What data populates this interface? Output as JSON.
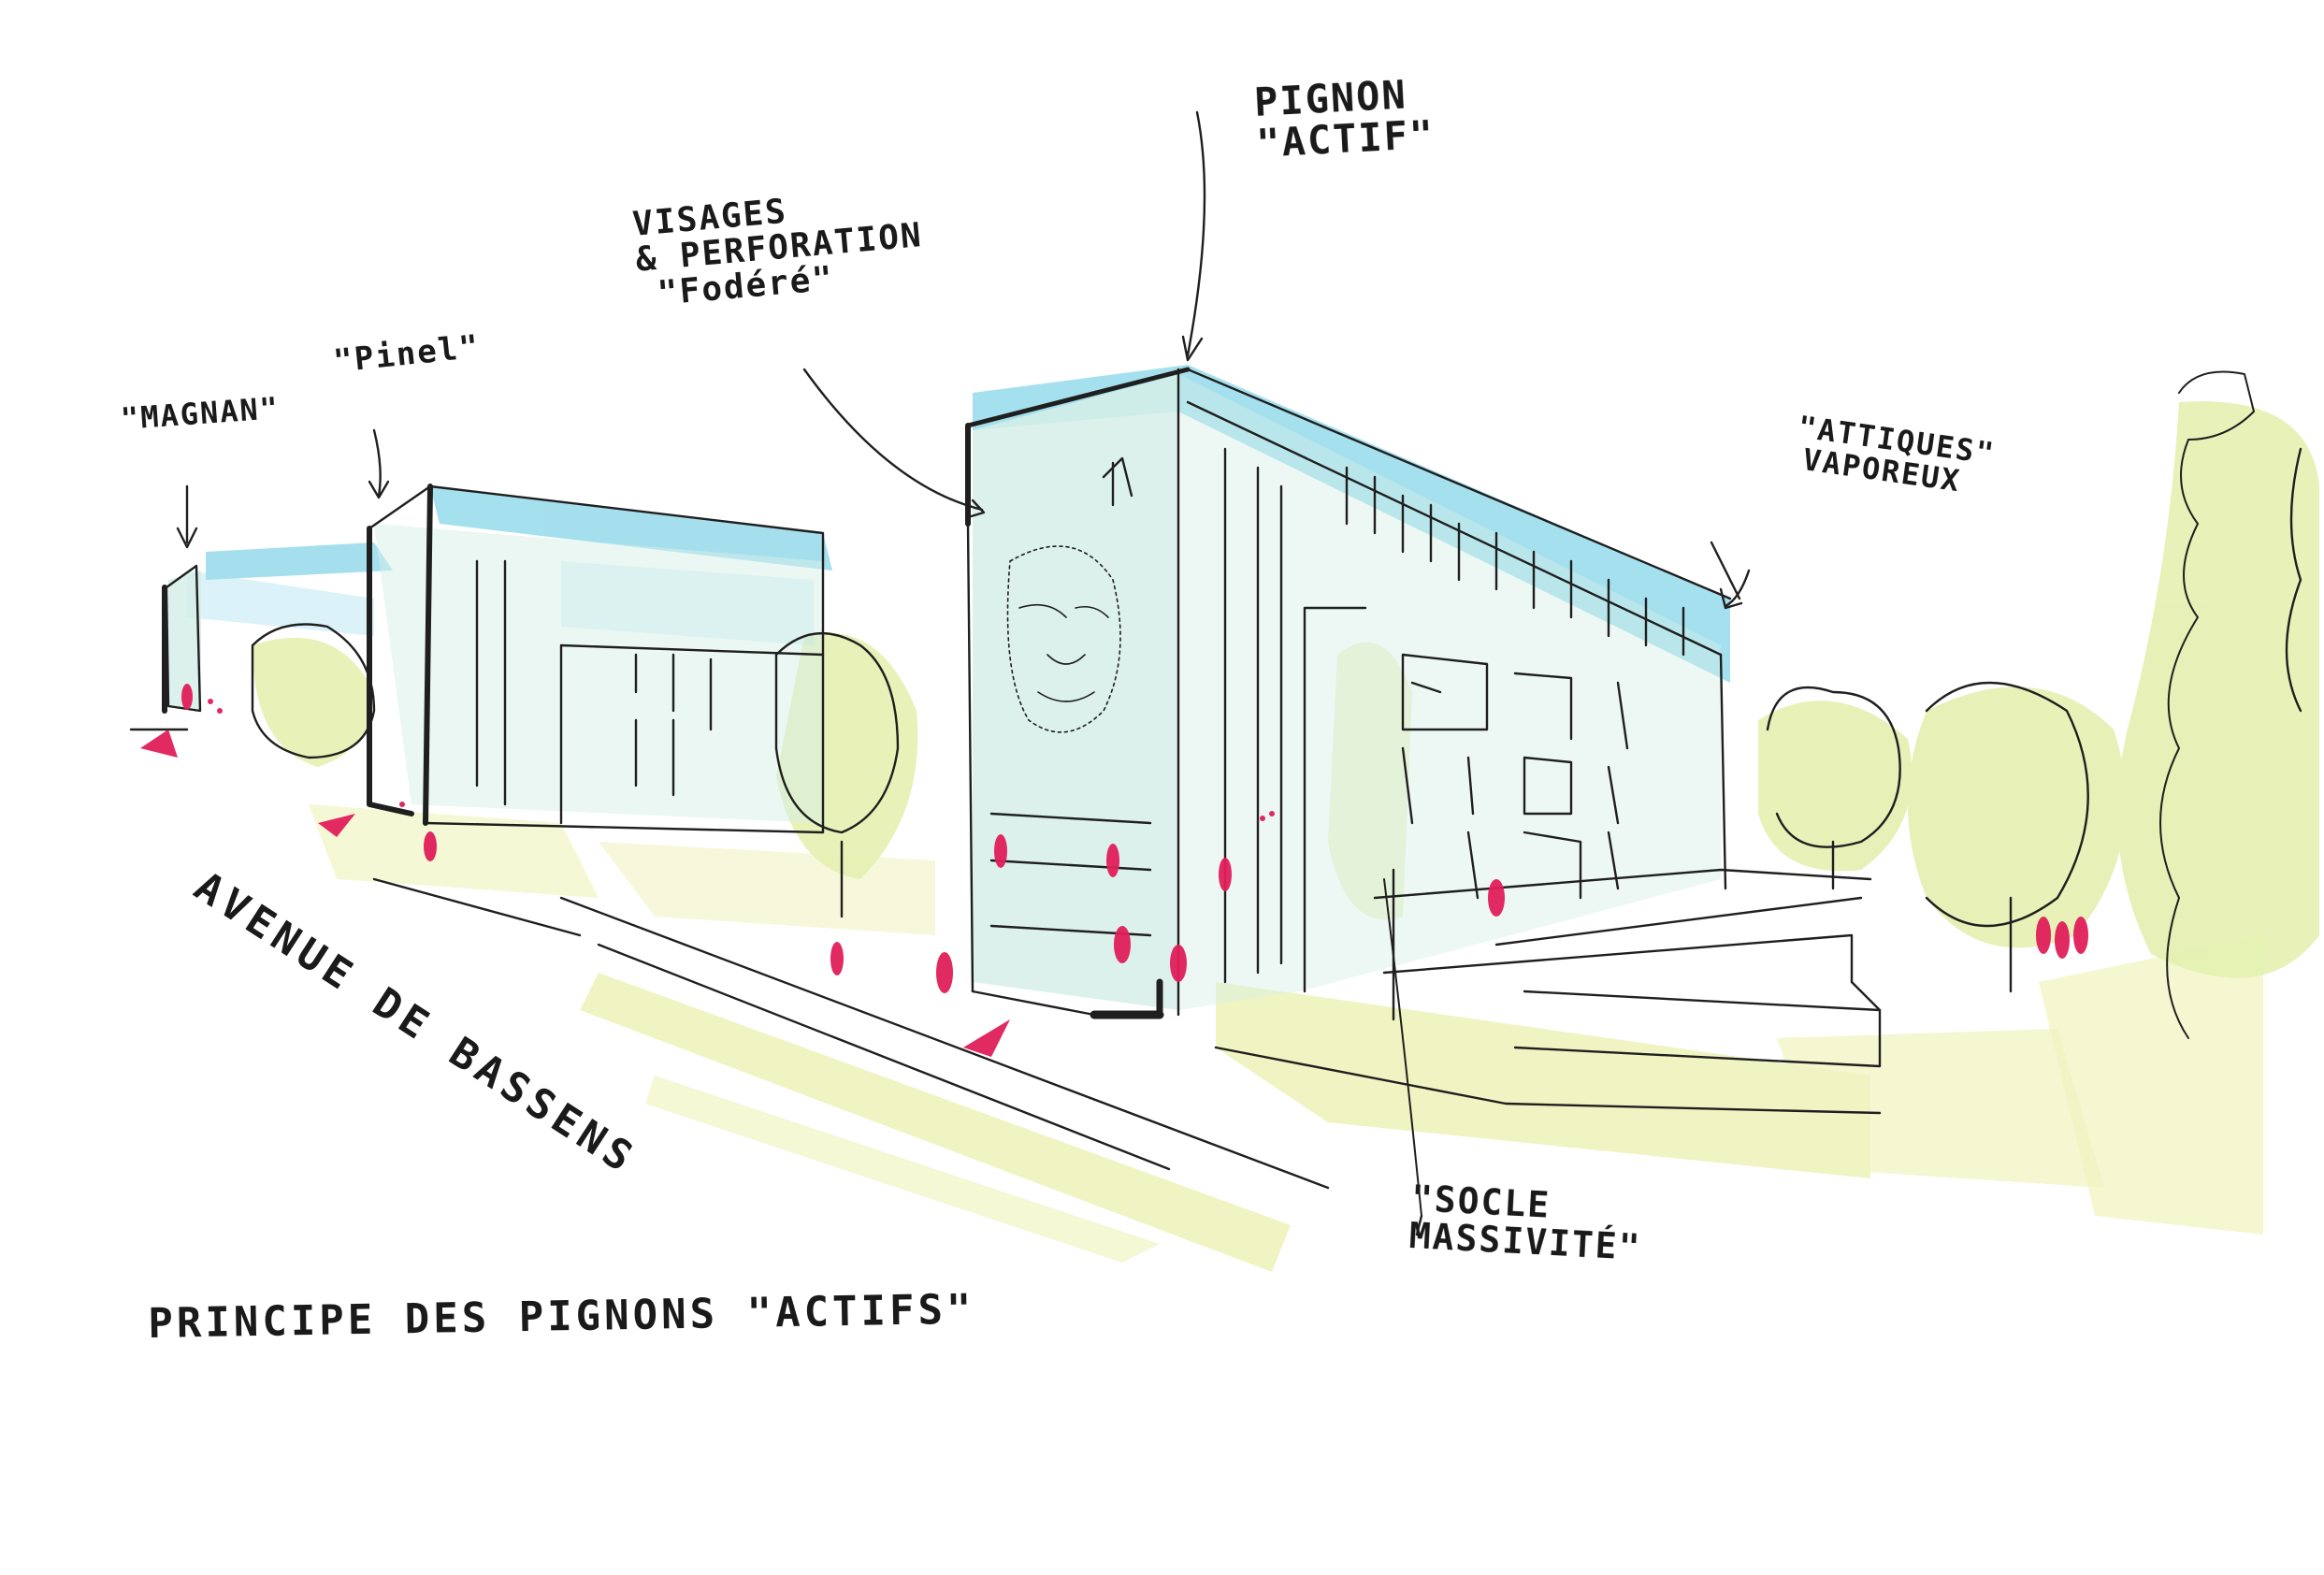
{
  "annotations": {
    "magnan": "\"MAGNAN\"",
    "pinel": "\"Pinel\"",
    "visages_line1": "VISAGES",
    "visages_line2": "& PERFORATION",
    "visages_line3": "\"Fodéré\"",
    "pignon_line1": "PIGNON",
    "pignon_line2": "\"ACTIF\"",
    "attiques_line1": "\"ATTIQUES\"",
    "attiques_line2": "VAPOREUX",
    "socle_line1": "\"SOCLE",
    "socle_line2": "MASSIVITÉ\""
  },
  "street_label": "AVENUE DE BASSENS",
  "caption": "PRINCIPE DES PIGNONS \"ACTIFS\"",
  "palette": {
    "ink": "#1f1f1f",
    "sky_wash": "#8fd8ea",
    "ground_wash": "#eef2b8",
    "foliage_wash": "#e4efb0",
    "facade_wash": "#d6efe8",
    "people_accent": "#e01e5a"
  }
}
